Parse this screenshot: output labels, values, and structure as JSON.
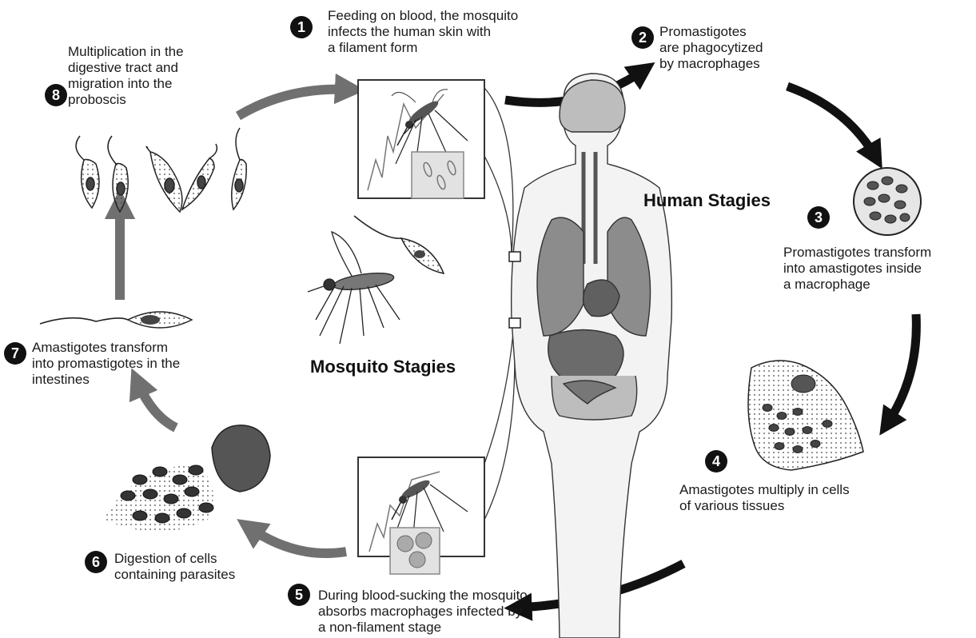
{
  "headings": {
    "human": "Human Stagies",
    "mosquito": "Mosquito Stagies"
  },
  "steps": [
    {
      "number": "1",
      "text": "Feeding on blood, the mosquito\ninfects the human skin with\na filament form"
    },
    {
      "number": "2",
      "text": "Promastigotes\nare phagocytized\nby macrophages"
    },
    {
      "number": "3",
      "text": "Promastigotes transform\ninto amastigotes inside\na macrophage"
    },
    {
      "number": "4",
      "text": "Amastigotes multiply in cells\nof various tissues"
    },
    {
      "number": "5",
      "text": "During blood-sucking the mosquito\nabsorbs macrophages infected by\na non-filament stage"
    },
    {
      "number": "6",
      "text": "Digestion of cells\ncontaining parasites"
    },
    {
      "number": "7",
      "text": "Amastigotes transform\ninto promastigotes in the\nintestines"
    },
    {
      "number": "8",
      "text": "Multiplication in the\ndigestive tract and\nmigration into the\nproboscis"
    }
  ],
  "colors": {
    "human_arrow": "#111111",
    "mosquito_arrow": "#707070",
    "organ_fill": "#8c8c8c",
    "organ_light": "#bdbdbd",
    "line": "#222222"
  },
  "icons": [
    "mosquito-icon",
    "promastigote-icon",
    "macrophage-icon",
    "amastigote-icon",
    "human-body-icon"
  ]
}
